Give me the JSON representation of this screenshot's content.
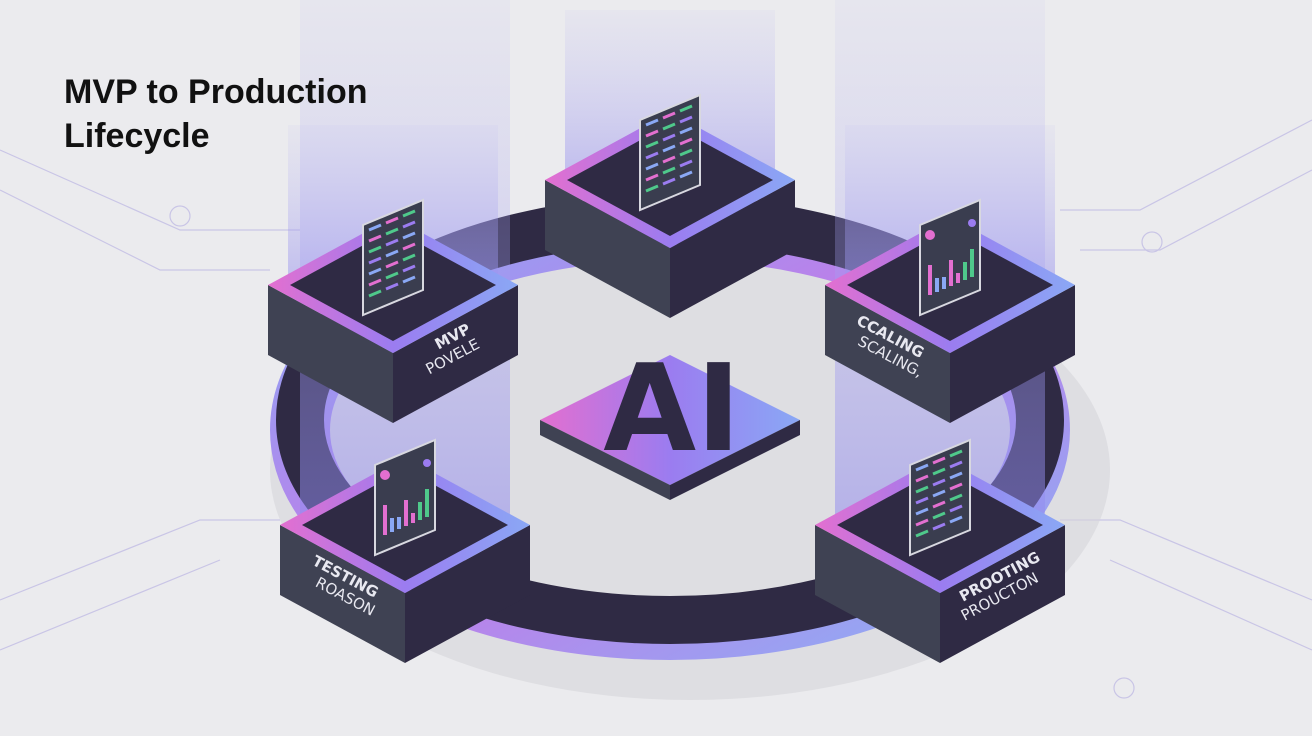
{
  "title": {
    "line1": "MVP to Production",
    "line2": "Lifecycle"
  },
  "center": {
    "label": "AI"
  },
  "nodes": [
    {
      "id": "deploy",
      "label1": "",
      "label2": "",
      "screen": "code"
    },
    {
      "id": "mvp",
      "label1": "MVP",
      "label2": "POVELE",
      "screen": "code"
    },
    {
      "id": "scaling",
      "label1": "CCALING",
      "label2": "SCALING,",
      "screen": "chart"
    },
    {
      "id": "testing",
      "label1": "TESTING",
      "label2": "ROASON",
      "screen": "chart"
    },
    {
      "id": "production",
      "label1": "PROOTING",
      "label2": "PROUCTON",
      "screen": "code"
    }
  ],
  "colors": {
    "background": "#ebebee",
    "block": "#2f2a44",
    "blockSide": "#3f4253",
    "accentPink": "#e36fd0",
    "accentBlue": "#8aa8f5",
    "accentPurple": "#9b7cf0",
    "green": "#4fc98b"
  }
}
